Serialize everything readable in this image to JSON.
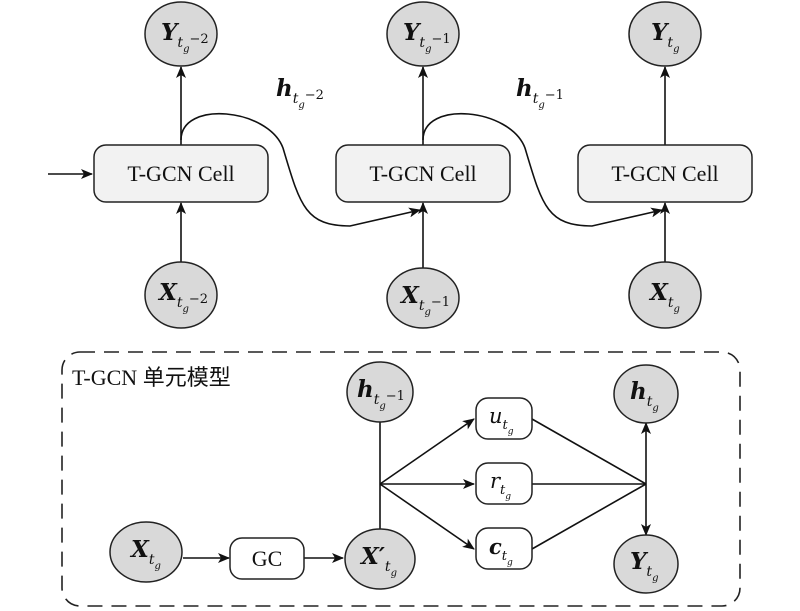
{
  "top": {
    "cells": [
      {
        "label": "T-GCN Cell"
      },
      {
        "label": "T-GCN Cell"
      },
      {
        "label": "T-GCN Cell"
      }
    ],
    "outputs": [
      {
        "base": "Y",
        "sub": "t",
        "subsub": "g",
        "suffix": "−2"
      },
      {
        "base": "Y",
        "sub": "t",
        "subsub": "g",
        "suffix": "−1"
      },
      {
        "base": "Y",
        "sub": "t",
        "subsub": "g",
        "suffix": ""
      }
    ],
    "inputs": [
      {
        "base": "X",
        "sub": "t",
        "subsub": "g",
        "suffix": "−2"
      },
      {
        "base": "X",
        "sub": "t",
        "subsub": "g",
        "suffix": "−1"
      },
      {
        "base": "X",
        "sub": "t",
        "subsub": "g",
        "suffix": ""
      }
    ],
    "hidden_labels": [
      {
        "base": "h",
        "sub": "t",
        "subsub": "g",
        "suffix": "−2"
      },
      {
        "base": "h",
        "sub": "t",
        "subsub": "g",
        "suffix": "−1"
      }
    ]
  },
  "bottom": {
    "caption": "T-GCN 单元模型",
    "input": {
      "base": "X",
      "sub": "t",
      "subsub": "g",
      "suffix": ""
    },
    "gc_label": "GC",
    "xprime": {
      "base": "X′",
      "sub": "t",
      "subsub": "g",
      "suffix": ""
    },
    "h_prev": {
      "base": "h",
      "sub": "t",
      "subsub": "g",
      "suffix": "−1"
    },
    "gates": [
      {
        "base": "u",
        "sub": "t",
        "subsub": "g",
        "suffix": ""
      },
      {
        "base": "r",
        "sub": "t",
        "subsub": "g",
        "suffix": ""
      },
      {
        "base": "c",
        "sub": "t",
        "subsub": "g",
        "suffix": ""
      }
    ],
    "h_out": {
      "base": "h",
      "sub": "t",
      "subsub": "g",
      "suffix": ""
    },
    "y_out": {
      "base": "Y",
      "sub": "t",
      "subsub": "g",
      "suffix": ""
    }
  }
}
